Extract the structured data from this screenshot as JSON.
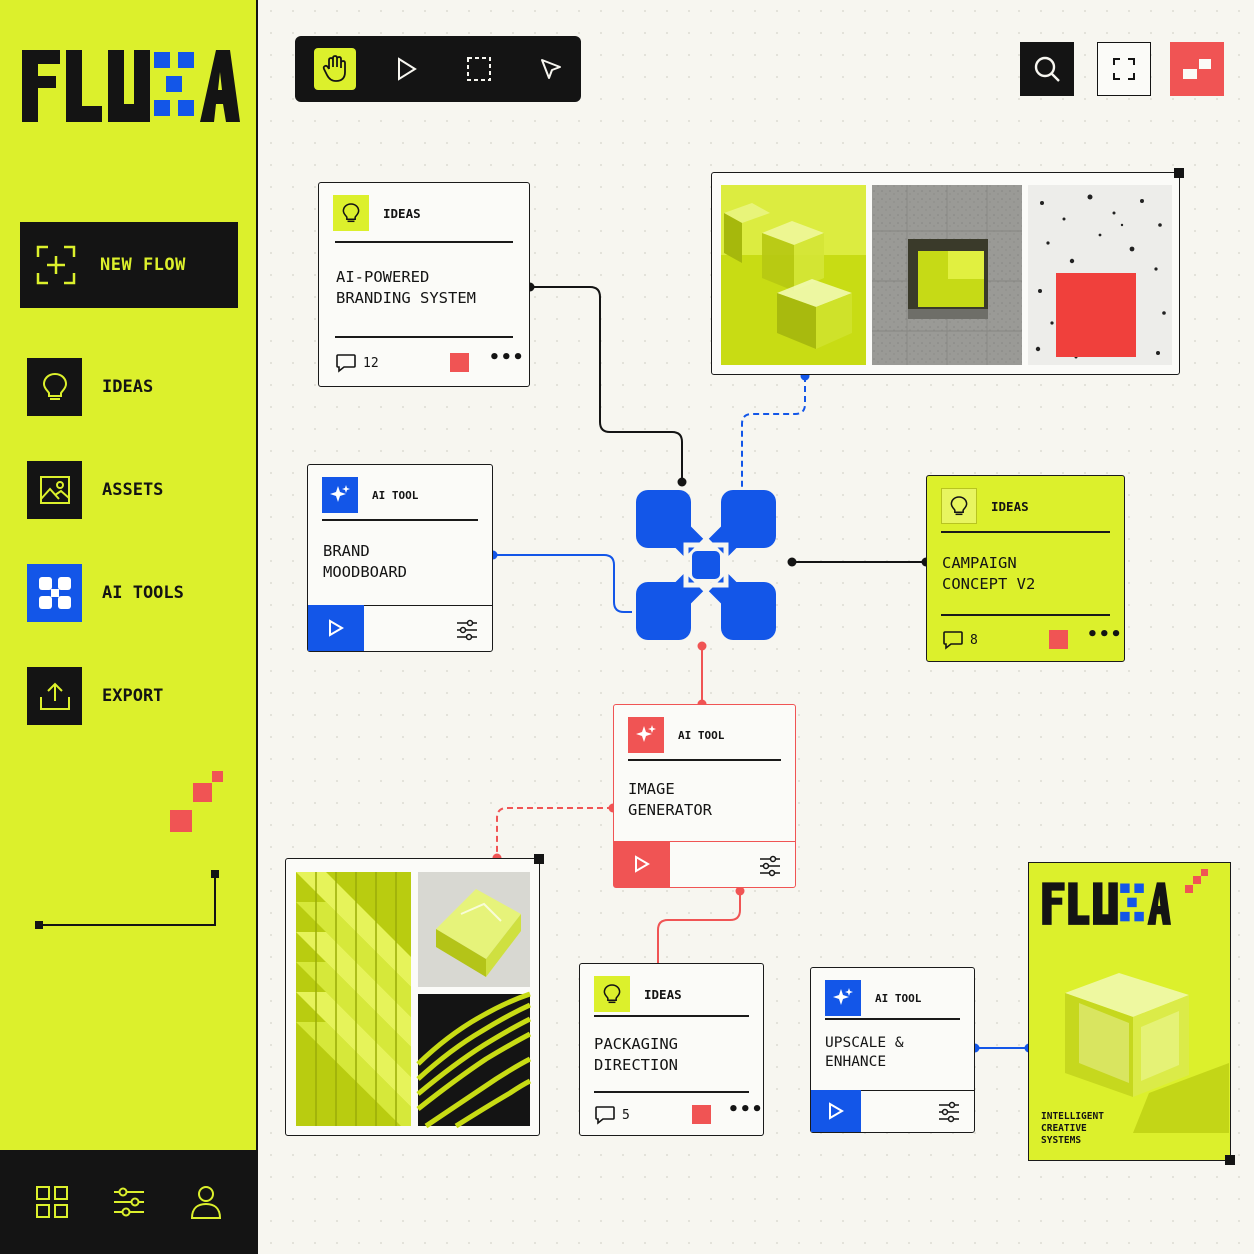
{
  "brand": {
    "logo_text": "FLUXA"
  },
  "sidebar": {
    "new_flow_label": "NEW FLOW",
    "items": [
      {
        "label": "IDEAS",
        "icon": "lightbulb-icon"
      },
      {
        "label": "ASSETS",
        "icon": "image-icon"
      },
      {
        "label": "AI TOOLS",
        "icon": "fluxa-mark-icon"
      },
      {
        "label": "EXPORT",
        "icon": "upload-icon"
      }
    ],
    "bottom_icons": [
      "grid-icon",
      "sliders-icon",
      "user-icon"
    ]
  },
  "toolbar": {
    "tools": [
      "hand-icon",
      "play-icon",
      "marquee-select-icon",
      "pointer-icon"
    ],
    "active_tool": "hand-icon"
  },
  "top_actions": [
    "search-icon",
    "fullscreen-icon",
    "pixel-logo-icon"
  ],
  "nodes": {
    "branding": {
      "tag": "IDEAS",
      "title": "AI-POWERED\nBRANDING SYSTEM",
      "comments": "12"
    },
    "moodboard": {
      "tag": "AI TOOL",
      "title": "BRAND\nMOODBOARD"
    },
    "campaign": {
      "tag": "IDEAS",
      "title": "CAMPAIGN\nCONCEPT V2",
      "comments": "8"
    },
    "image_gen": {
      "tag": "AI TOOL",
      "title": "IMAGE\nGENERATOR"
    },
    "packaging": {
      "tag": "IDEAS",
      "title": "PACKAGING\nDIRECTION",
      "comments": "5"
    },
    "upscale": {
      "tag": "AI TOOL",
      "title": "UPSCALE &\nENHANCE"
    }
  },
  "poster": {
    "logo_text": "FLUXA",
    "tagline": "INTELLIGENT\nCREATIVE\nSYSTEMS"
  },
  "colors": {
    "lime": "#dcf02c",
    "blue": "#1356e8",
    "red": "#f05454",
    "ink": "#141414"
  }
}
